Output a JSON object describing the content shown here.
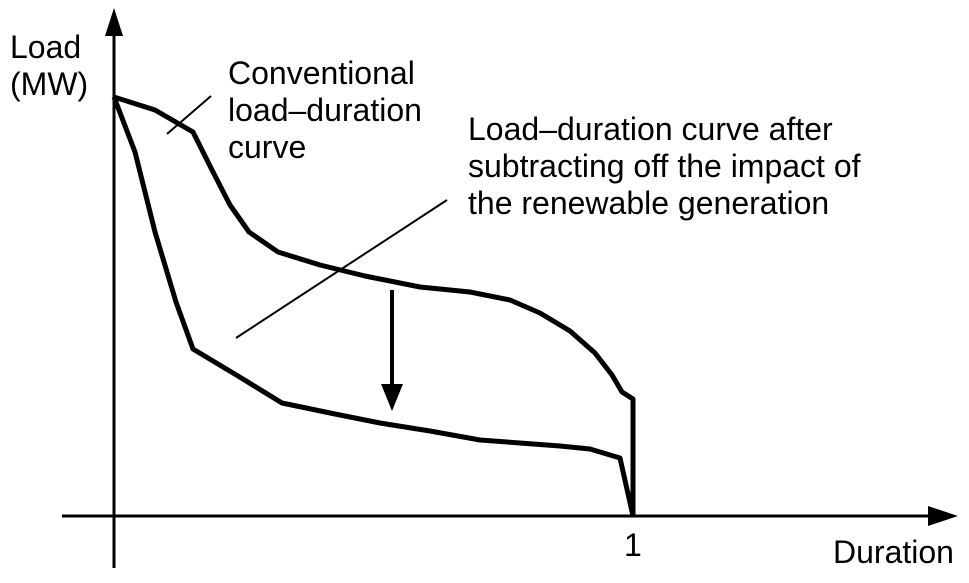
{
  "axes": {
    "y_label_line1": "Load",
    "y_label_line2": "(MW)",
    "x_label": "Duration",
    "x_tick_label": "1"
  },
  "annotations": {
    "conventional_line1": "Conventional",
    "conventional_line2": "load–duration",
    "conventional_line3": "curve",
    "renewable_line1": "Load–duration curve after",
    "renewable_line2": "subtracting off the impact of",
    "renewable_line3": "the renewable generation"
  },
  "colors": {
    "ink": "#000000",
    "background": "#ffffff"
  }
}
